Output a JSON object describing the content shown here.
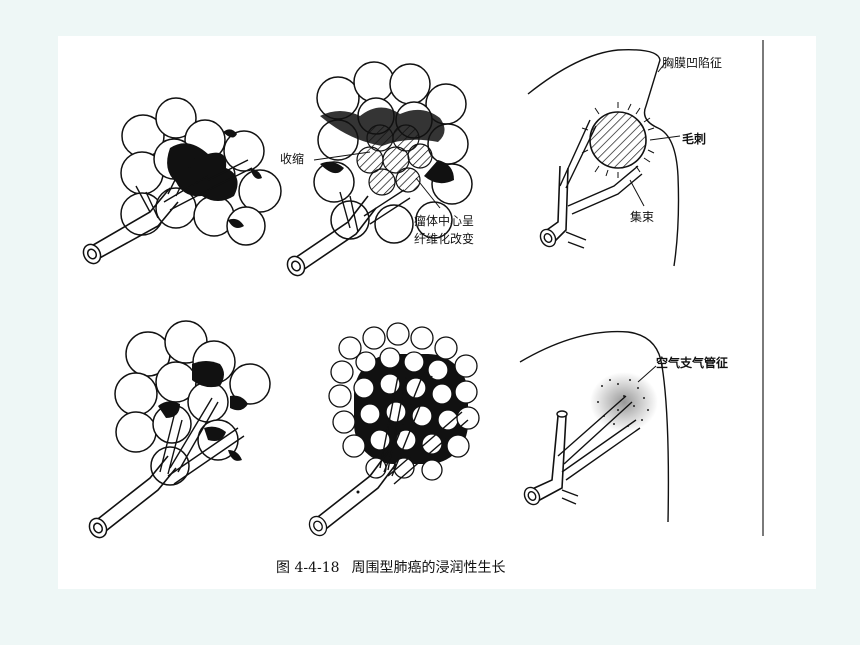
{
  "figure": {
    "number": "图 4-4-18",
    "title": "周围型肺癌的浸润性生长"
  },
  "labels": {
    "contraction": "收缩",
    "center_line1": "瘤体中心呈",
    "center_line2": "纤维化改变",
    "pleural": "胸膜凹陷征",
    "spiculation": "毛刺",
    "bundle": "集束",
    "air_bronchogram": "空气支气管征"
  },
  "panels": [
    "panel-1-early-infiltration",
    "panel-2-central-fibrosis",
    "panel-3-pleural-retraction",
    "panel-4-alveolar-infiltration",
    "panel-5-diffuse-infiltration",
    "panel-6-air-bronchogram"
  ]
}
